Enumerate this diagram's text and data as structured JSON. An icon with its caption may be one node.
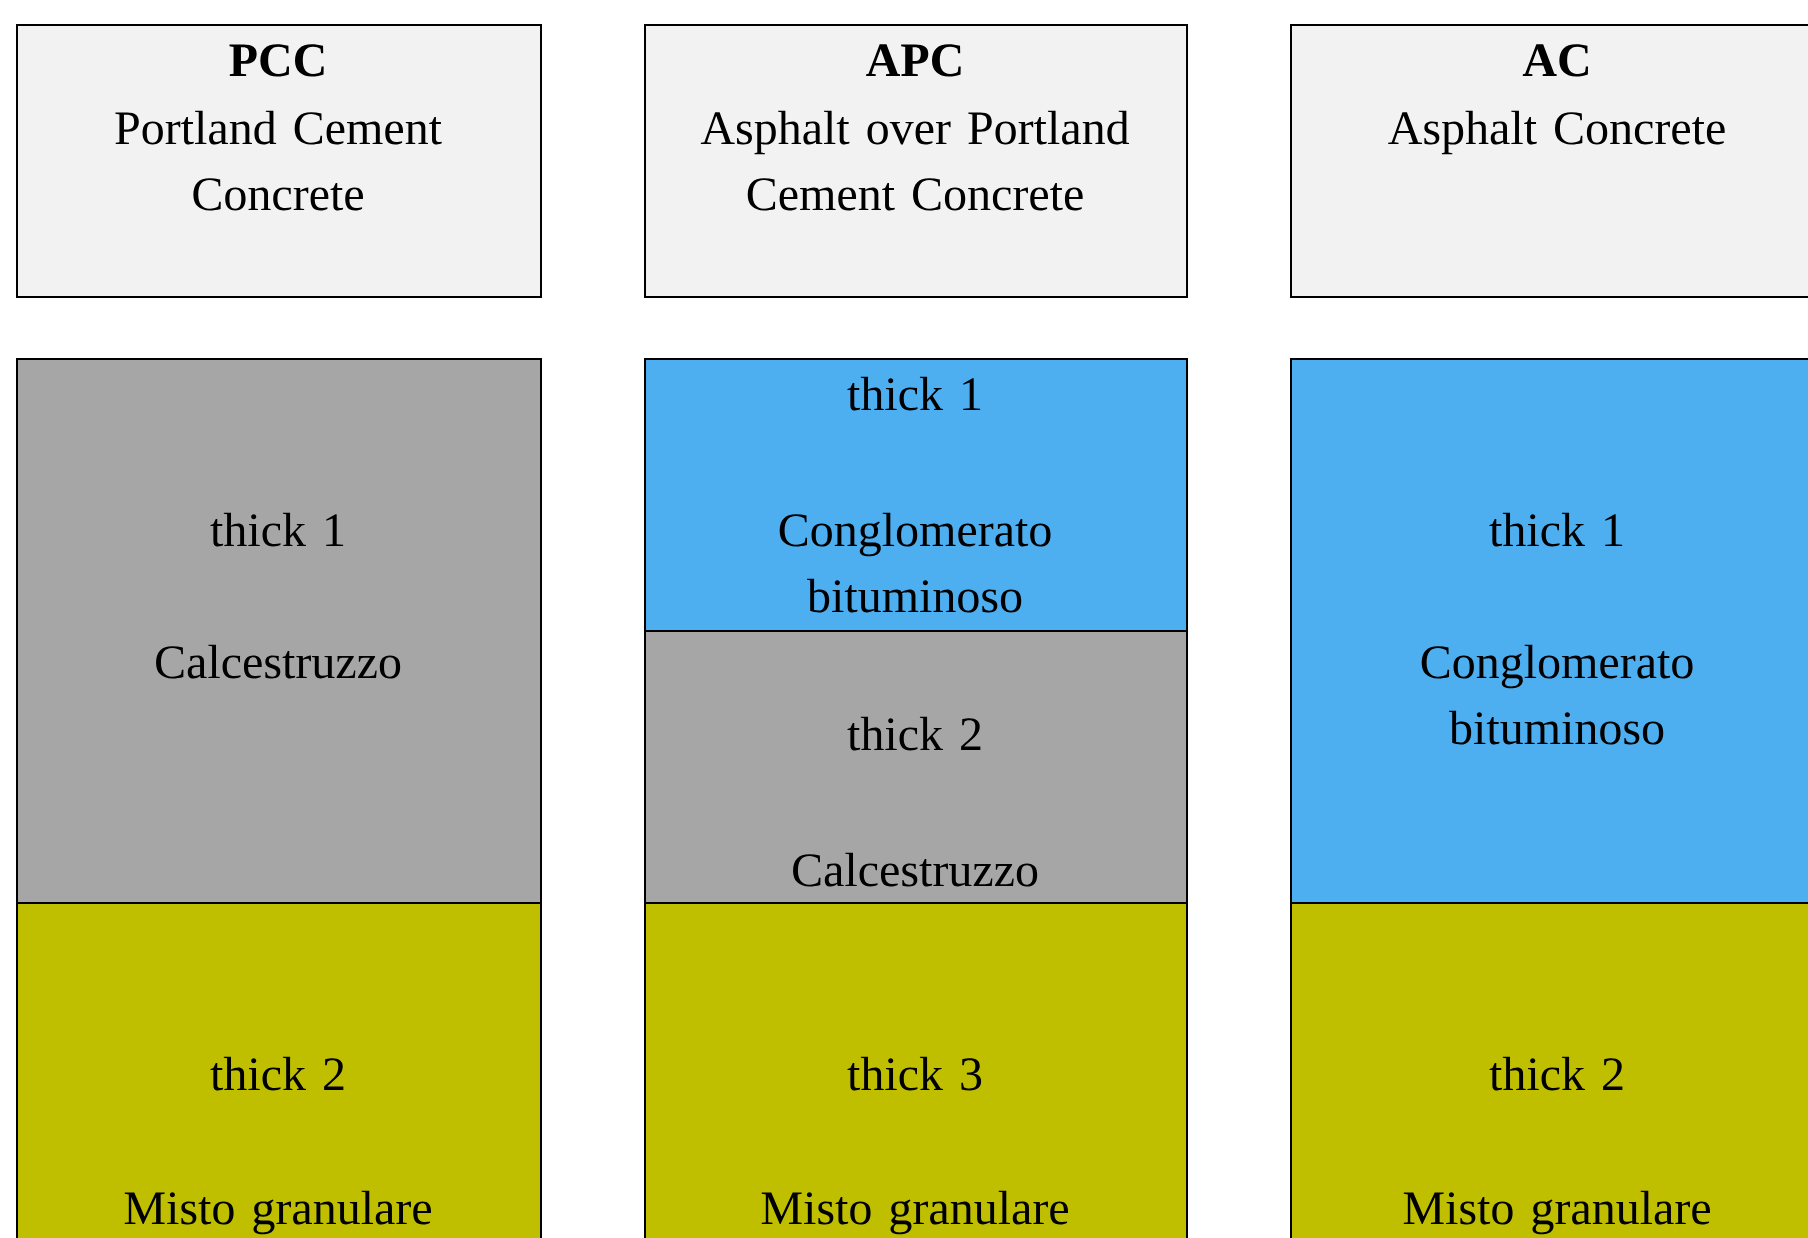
{
  "diagram": {
    "nodes": [
      {
        "text": [
          "PCC",
          "Portland Cement Concrete"
        ]
      },
      {
        "text": [
          "APC",
          "Asphalt over Portland Cement Concrete"
        ]
      },
      {
        "text": [
          "AC",
          "Asphalt Concrete"
        ]
      },
      {
        "text": [
          "thick 1",
          "Calcestruzzo"
        ]
      },
      {
        "text": [
          "thick 2",
          "Misto granulare"
        ]
      },
      {
        "text": [
          "thick 1",
          "Conglomerato bituminoso"
        ]
      },
      {
        "text": [
          "thick 2",
          "Calcestruzzo"
        ]
      },
      {
        "text": [
          "thick 3",
          "Misto granulare"
        ]
      },
      {
        "text": [
          "thick 1",
          "Conglomerato bituminoso"
        ]
      },
      {
        "text": [
          "thick 2",
          "Misto granulare"
        ]
      }
    ]
  }
}
